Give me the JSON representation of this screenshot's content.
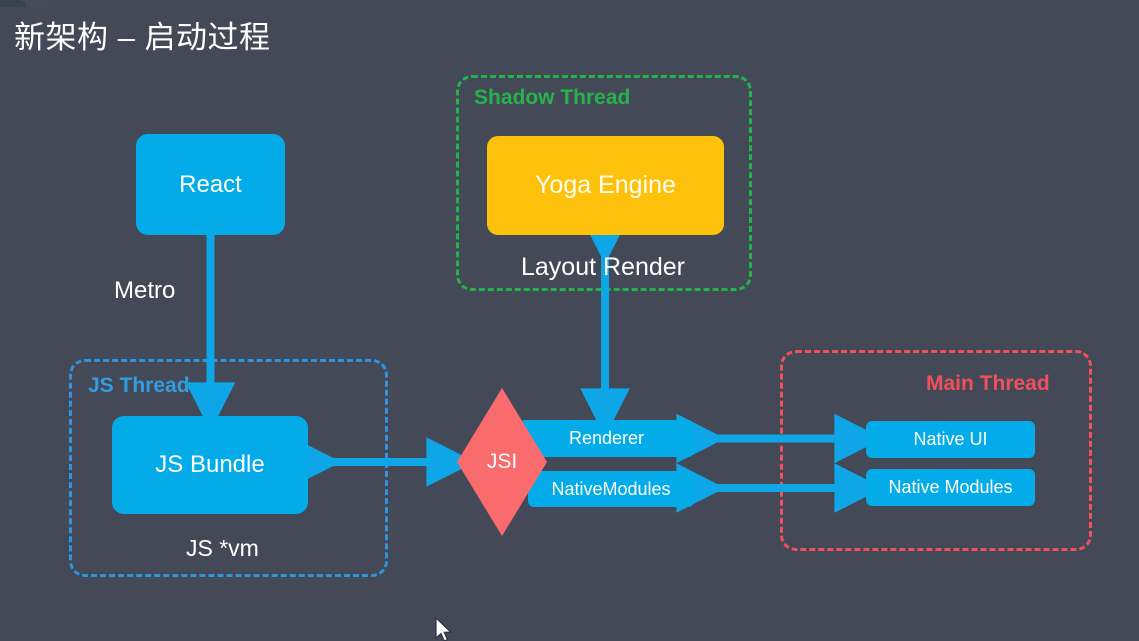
{
  "page": {
    "title": "新架构 – 启动过程",
    "background_color": "#434957"
  },
  "colors": {
    "blue": "#03ace9",
    "yellow": "#ffc20c",
    "red": "#fa6b6e",
    "green_border": "#24b24a",
    "blue_border": "#2f93dd",
    "red_border": "#f1515b",
    "arrow": "#0fa6e8",
    "text": "#ffffff"
  },
  "groups": {
    "shadow_thread": {
      "label": "Shadow Thread",
      "border_color": "#24b24a",
      "border_style": "dash-dot"
    },
    "js_thread": {
      "label": "JS Thread",
      "border_color": "#2f93dd",
      "border_style": "dash-dot"
    },
    "main_thread": {
      "label": "Main Thread",
      "border_color": "#f1515b",
      "border_style": "dash-dot"
    }
  },
  "nodes": {
    "react": {
      "label": "React",
      "fill": "#03ace9"
    },
    "yoga_engine": {
      "label": "Yoga Engine",
      "fill": "#ffc20c"
    },
    "js_bundle": {
      "label": "JS Bundle",
      "fill": "#03ace9"
    },
    "jsi": {
      "label": "JSI",
      "fill": "#fa6b6e",
      "shape": "diamond"
    },
    "renderer": {
      "label": "Renderer",
      "fill": "#03ace9"
    },
    "native_modules_bridge": {
      "label": "NativeModules",
      "fill": "#03ace9"
    },
    "native_ui": {
      "label": "Native UI",
      "fill": "#03ace9"
    },
    "native_modules": {
      "label": "Native Modules",
      "fill": "#03ace9"
    }
  },
  "edge_labels": {
    "metro": "Metro",
    "layout_render": "Layout Render",
    "js_vm": "JS *vm"
  },
  "icons": {
    "cursor": "mouse-cursor-arrow"
  }
}
